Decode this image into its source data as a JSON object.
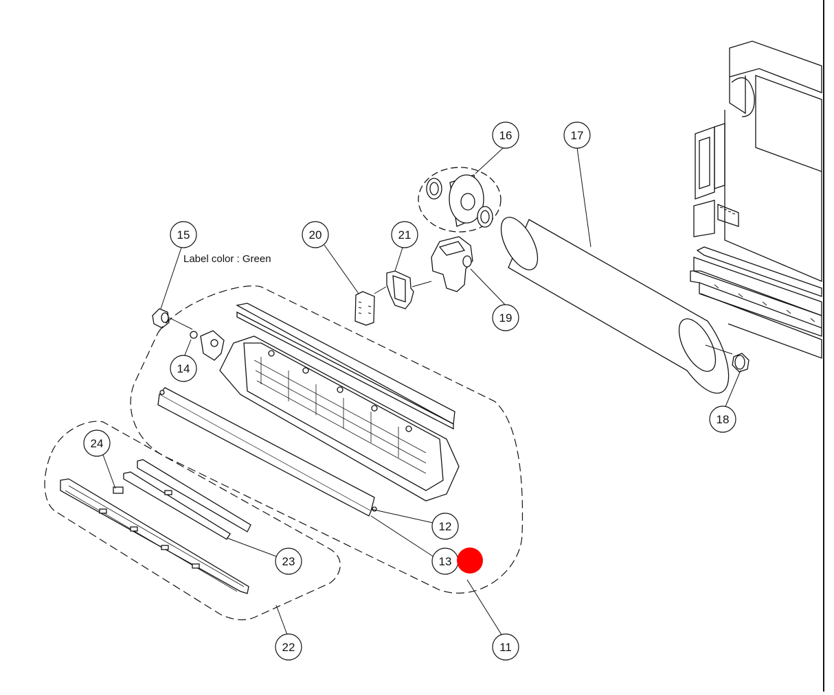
{
  "diagram": {
    "note_label": "Label color : Green",
    "callouts": {
      "c11": "11",
      "c12": "12",
      "c13": "13",
      "c14": "14",
      "c15": "15",
      "c16": "16",
      "c17": "17",
      "c18": "18",
      "c19": "19",
      "c20": "20",
      "c21": "21",
      "c22": "22",
      "c23": "23",
      "c24": "24"
    },
    "colors": {
      "line": "#111111",
      "marker": "#ff0000"
    }
  }
}
